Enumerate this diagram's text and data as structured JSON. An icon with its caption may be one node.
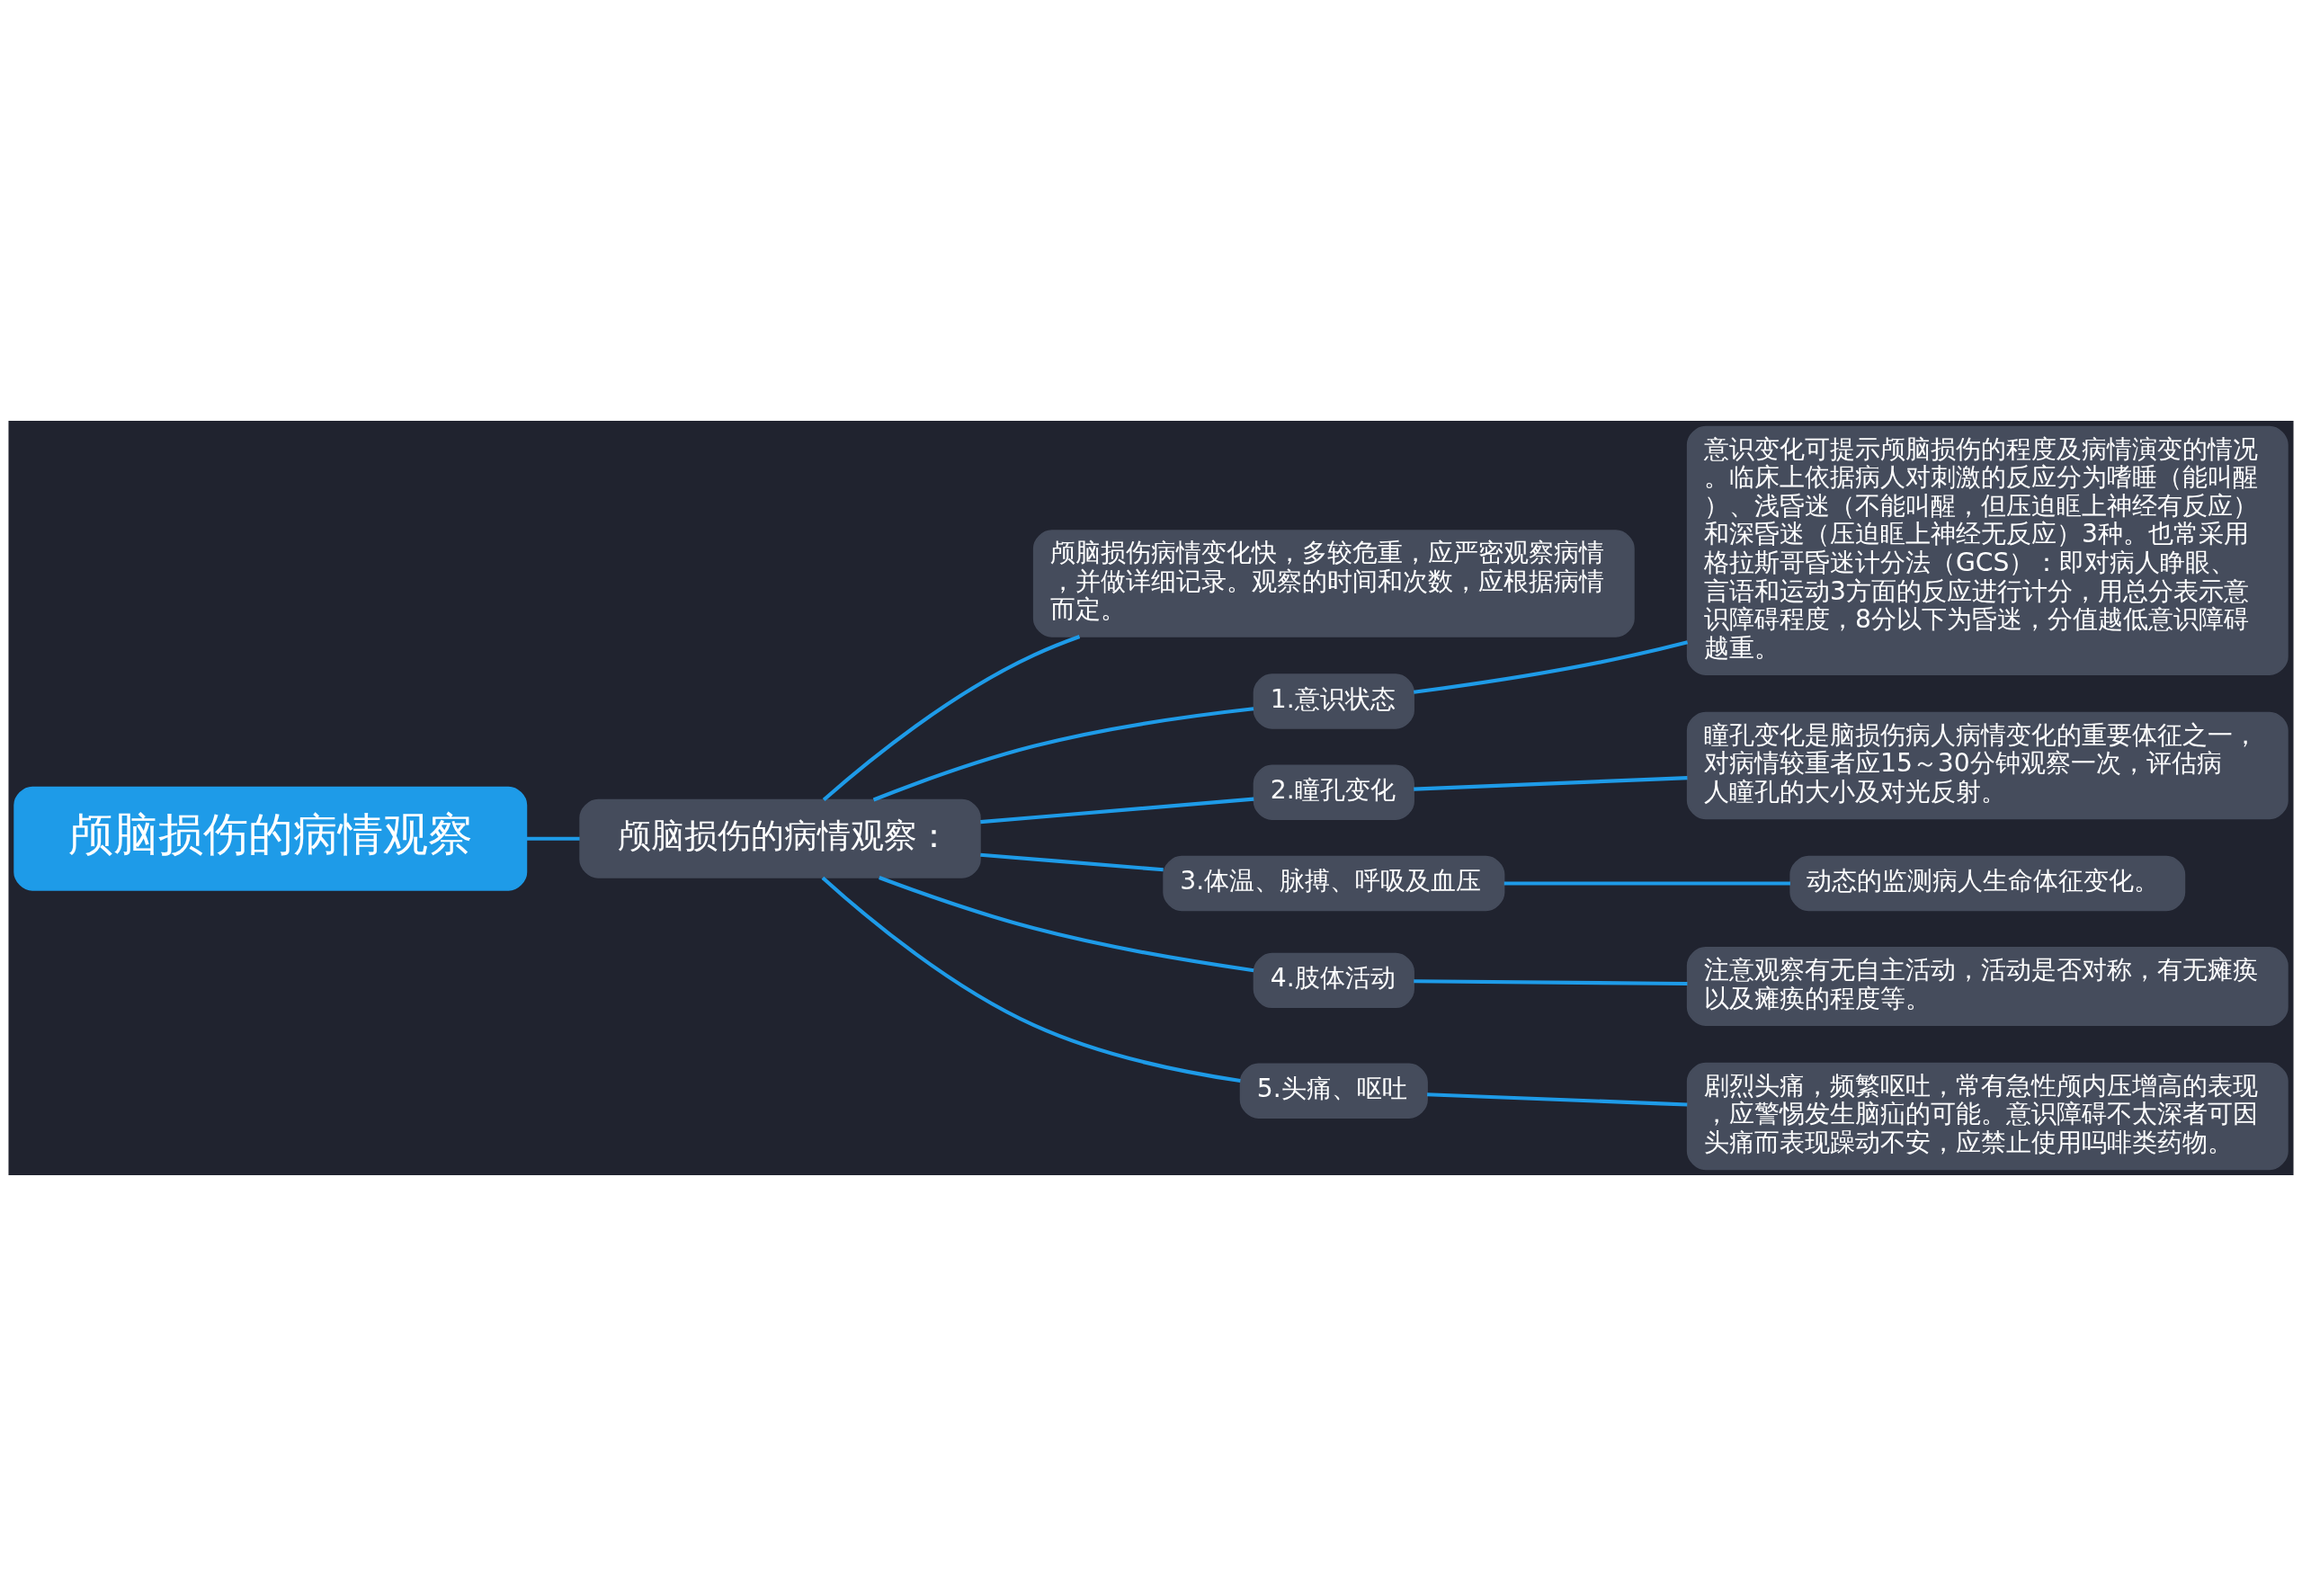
{
  "diagram": {
    "nodes": [
      {
        "text": [
          "颅脑损伤的病情观察"
        ]
      },
      {
        "text": [
          "颅脑损伤的病情观察："
        ]
      },
      {
        "text": [
          "颅脑损伤病情变化快，多较危重，应严密观察病情，并做详细记录。观察的时间和次数，应根据病情而定。"
        ]
      },
      {
        "text": [
          "1.意识状态"
        ]
      },
      {
        "text": [
          "意识变化可提示颅脑损伤的程度及病情演变的情况。临床上依据病人对刺激的反应分为嗜睡（能叫醒）、浅昏迷（不能叫醒，但压迫眶上神经有反应）和深昏迷（压迫眶上神经无反应）3种。也常采用格拉斯哥昏迷计分法（GCS）：即对病人睁眼、言语和运动3方面的反应进行计分，用总分表示意识障碍程度，8分以下为昏迷，分值越低意识障碍越重。"
        ]
      },
      {
        "text": [
          "2.瞳孔变化"
        ]
      },
      {
        "text": [
          "瞳孔变化是脑损伤病人病情变化的重要体征之一，对病情较重者应15～30分钟观察一次，评估病人瞳孔的大小及对光反射。"
        ]
      },
      {
        "text": [
          "3.体温、脉搏、呼吸及血压"
        ]
      },
      {
        "text": [
          "动态的监测病人生命体征变化。"
        ]
      },
      {
        "text": [
          "4.肢体活动"
        ]
      },
      {
        "text": [
          "注意观察有无自主活动，活动是否对称，有无瘫痪以及瘫痪的程度等。"
        ]
      },
      {
        "text": [
          "5.头痛、呕吐"
        ]
      },
      {
        "text": [
          "剧烈头痛，频繁呕吐，常有急性颅内压增高的表现，应警惕发生脑疝的可能。意识障碍不太深者可因头痛而表现躁动不安，应禁止使用吗啡类药物。"
        ]
      }
    ],
    "edges": [
      {
        "from": 0,
        "to": 1,
        "arrow": "none"
      },
      {
        "from": 1,
        "to": 2,
        "arrow": "none"
      },
      {
        "from": 1,
        "to": 3,
        "arrow": "none"
      },
      {
        "from": 3,
        "to": 4,
        "arrow": "none"
      },
      {
        "from": 1,
        "to": 5,
        "arrow": "none"
      },
      {
        "from": 5,
        "to": 6,
        "arrow": "none"
      },
      {
        "from": 1,
        "to": 7,
        "arrow": "none"
      },
      {
        "from": 7,
        "to": 8,
        "arrow": "none"
      },
      {
        "from": 1,
        "to": 9,
        "arrow": "none"
      },
      {
        "from": 9,
        "to": 10,
        "arrow": "none"
      },
      {
        "from": 1,
        "to": 11,
        "arrow": "none"
      },
      {
        "from": 11,
        "to": 12,
        "arrow": "none"
      }
    ]
  }
}
